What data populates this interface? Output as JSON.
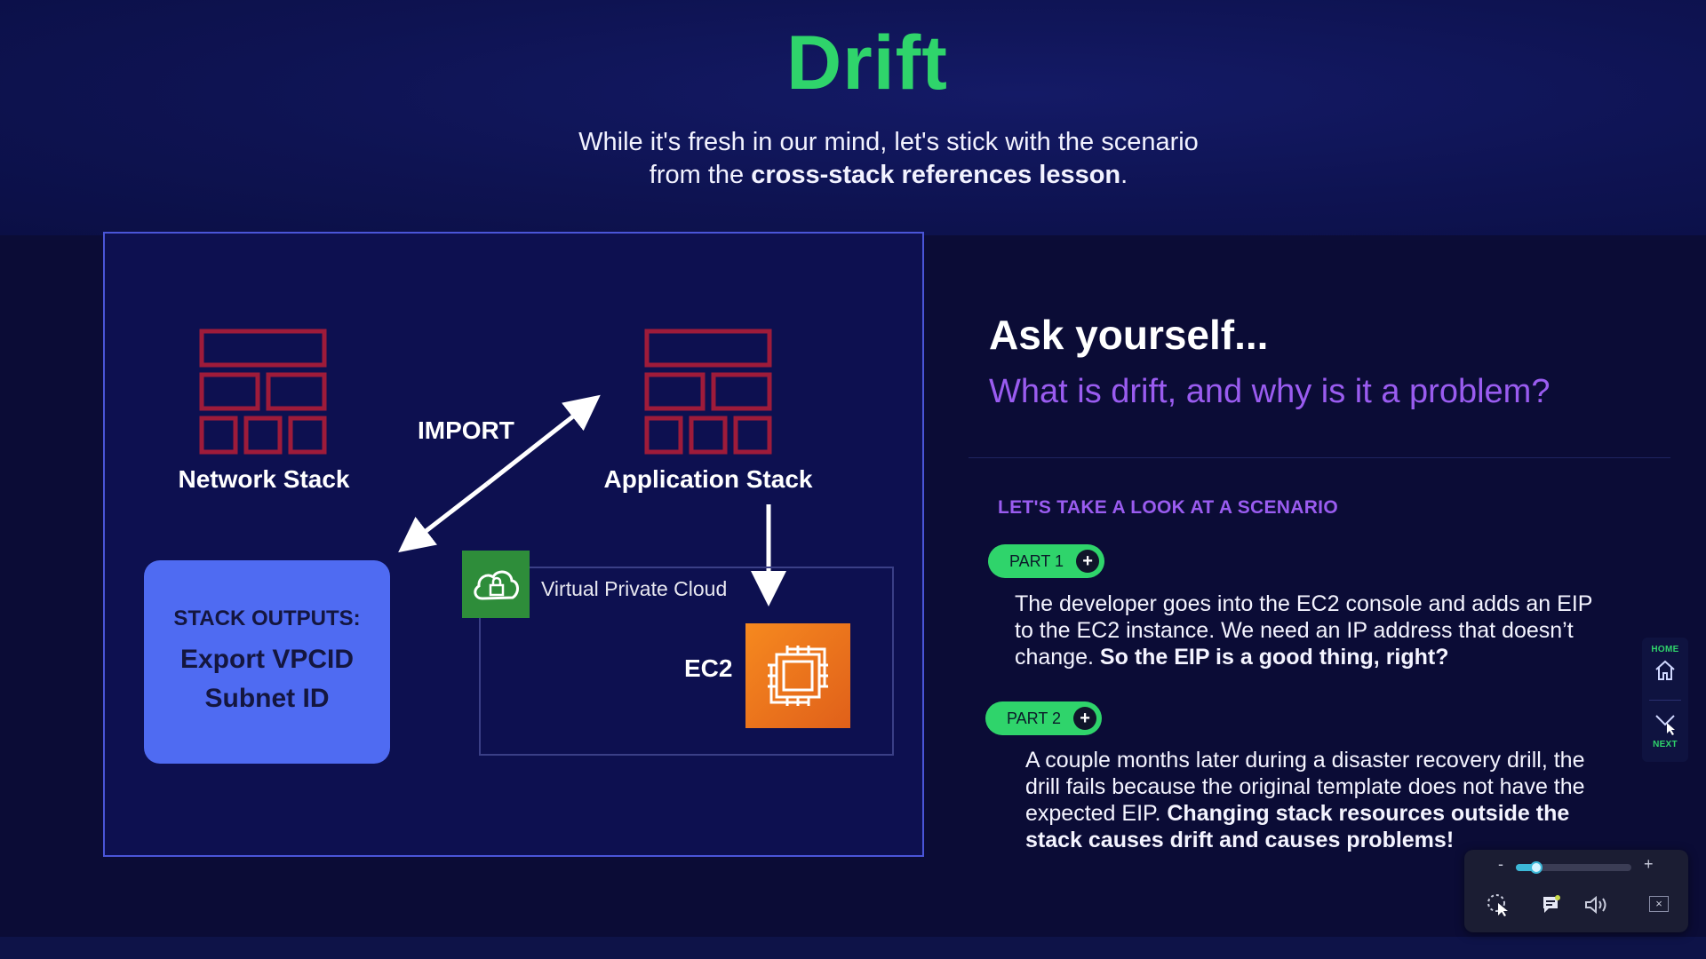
{
  "header": {
    "title": "Drift",
    "subtitle_line1": "While it's fresh in our mind, let's stick with the scenario",
    "subtitle_line2_prefix": "from the ",
    "subtitle_line2_bold": "cross-stack references lesson",
    "subtitle_line2_suffix": "."
  },
  "diagram": {
    "network_stack_label": "Network Stack",
    "application_stack_label": "Application Stack",
    "import_label": "IMPORT",
    "outputs_title": "STACK OUTPUTS:",
    "outputs_line1": "Export VPCID",
    "outputs_line2": "Subnet ID",
    "vpc_label": "Virtual Private Cloud",
    "ec2_label": "EC2",
    "stack_color": "#9e1b3a",
    "vpc_color": "#2e8d3a",
    "ec2_color": "#e8731c",
    "outputs_color": "#4f6bf2"
  },
  "panel": {
    "ask": "Ask yourself...",
    "question": "What is drift, and why is it a problem?",
    "scenario_heading": "LET'S TAKE A LOOK AT A SCENARIO",
    "part1": {
      "label": "PART 1",
      "plus": "+",
      "text": "The developer goes into the EC2 console and adds an EIP to the EC2 instance. We need an IP address that doesn’t change. ",
      "bold": "So the EIP is a good thing, right?"
    },
    "part2": {
      "label": "PART 2",
      "plus": "+",
      "text": "A couple months later during a disaster recovery drill, the drill fails because the original template does not have the expected EIP. ",
      "bold": "Changing stack resources outside the stack causes drift and causes problems!"
    },
    "accent_green": "#2fd46b",
    "accent_purple": "#9a5cf0"
  },
  "side_nav": {
    "home_label": "HOME",
    "next_label": "NEXT",
    "home_icon": "home-icon",
    "next_icon": "next-icon"
  },
  "player": {
    "minus": "-",
    "plus": "+",
    "volume_level": 0.18,
    "icons": [
      "cursor-icon",
      "captions-icon",
      "volume-icon",
      "close-icon"
    ],
    "close_glyph": "×"
  }
}
